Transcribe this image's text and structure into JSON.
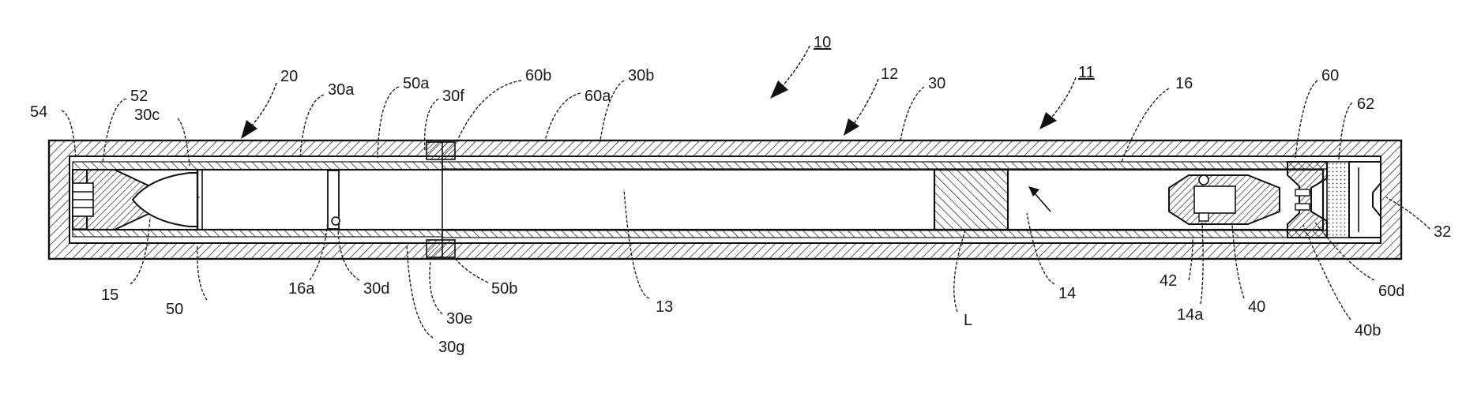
{
  "figure": {
    "labels": {
      "l10": "10",
      "l11": "11",
      "l12": "12",
      "l13": "13",
      "l14": "14",
      "l14a": "14a",
      "l15": "15",
      "l16": "16",
      "l16a": "16a",
      "l20": "20",
      "l30": "30",
      "l30a": "30a",
      "l30b": "30b",
      "l30c": "30c",
      "l30d": "30d",
      "l30e": "30e",
      "l30f": "30f",
      "l30g": "30g",
      "l32": "32",
      "l40": "40",
      "l40b": "40b",
      "l42": "42",
      "l50": "50",
      "l50a": "50a",
      "l50b": "50b",
      "l52": "52",
      "l54": "54",
      "l60": "60",
      "l60a": "60a",
      "l60b": "60b",
      "l60d": "60d",
      "l62": "62",
      "lL": "L"
    }
  }
}
